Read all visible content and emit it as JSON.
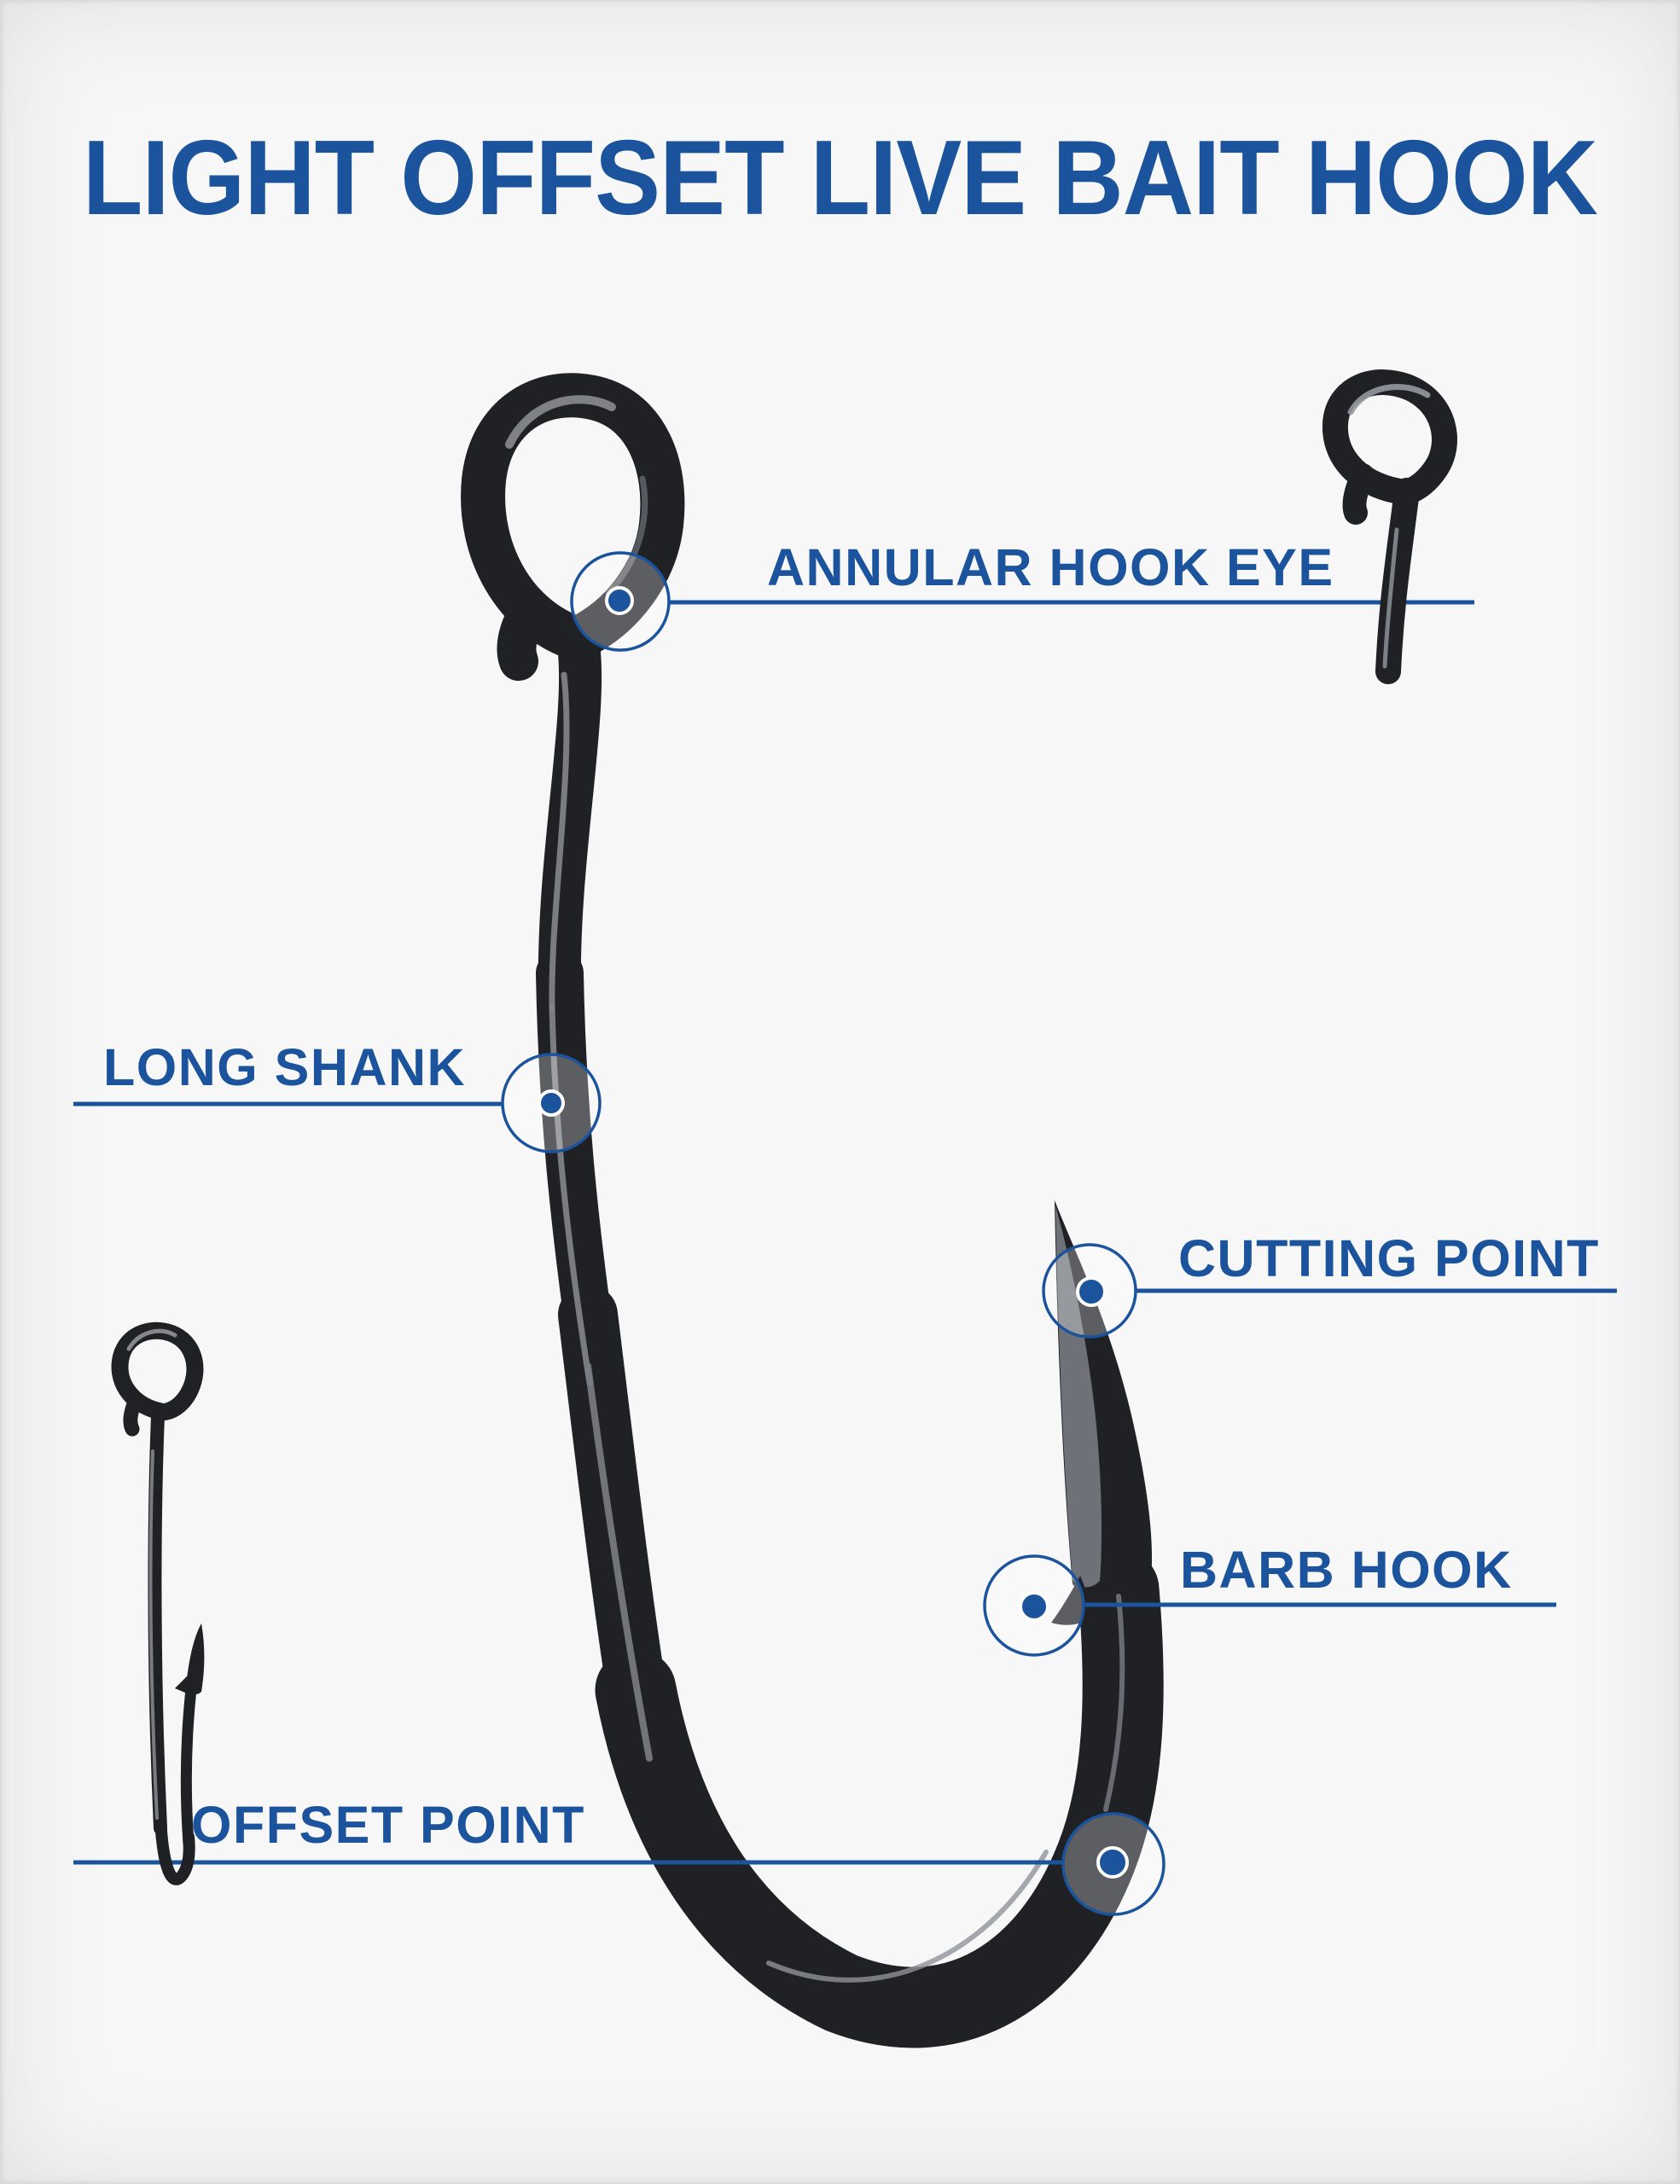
{
  "title": "LIGHT OFFSET LIVE BAIT HOOK",
  "colors": {
    "accent_blue": "#1b539c",
    "hook_black": "#1f2125",
    "background": "#f7f7f8",
    "highlight_gray": "#8f9399"
  },
  "callouts": [
    {
      "id": "annular-hook-eye",
      "label": "ANNULAR HOOK EYE"
    },
    {
      "id": "long-shank",
      "label": "LONG SHANK"
    },
    {
      "id": "cutting-point",
      "label": "CUTTING POINT"
    },
    {
      "id": "barb-hook",
      "label": "BARB HOOK"
    },
    {
      "id": "offset-point",
      "label": "OFFSET POINT"
    }
  ],
  "illustrations": [
    {
      "id": "main-hook",
      "name": "offset live bait hook, front view"
    },
    {
      "id": "hook-eye-detail",
      "name": "annular hook eye close-up, top right"
    },
    {
      "id": "side-view-hook",
      "name": "hook side view showing offset point, bottom left"
    }
  ]
}
